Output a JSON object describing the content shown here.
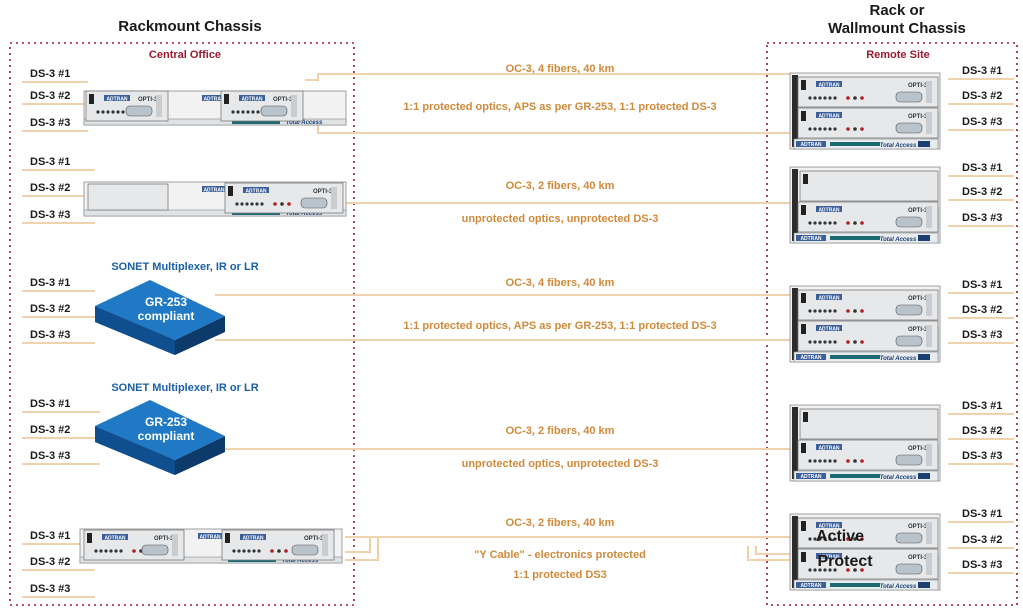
{
  "headers": {
    "left": "Rackmount Chassis",
    "right_line1": "Rack or",
    "right_line2": "Wallmount Chassis"
  },
  "sites": {
    "left": "Central Office",
    "right": "Remote Site"
  },
  "ports": [
    "DS-3 #1",
    "DS-3 #2",
    "DS-3 #3"
  ],
  "sonet_label": "SONET Multiplexer, IR or LR",
  "mux_label": [
    "GR-253",
    "compliant"
  ],
  "device_text": {
    "brand": "ADTRAN",
    "model": "OPTI-3",
    "series": "Total Access"
  },
  "rows": [
    {
      "link": "OC-3, 4 fibers, 40 km",
      "protection": [
        "1:1 protected optics, APS as per GR-253, 1:1 protected DS-3"
      ]
    },
    {
      "link": "OC-3, 2 fibers, 40 km",
      "protection": [
        "unprotected optics, unprotected DS-3"
      ]
    },
    {
      "link": "OC-3, 4 fibers, 40 km",
      "protection": [
        "1:1 protected optics, APS as per GR-253, 1:1 protected DS-3"
      ]
    },
    {
      "link": "OC-3, 2 fibers, 40 km",
      "protection": [
        "unprotected optics, unprotected DS-3"
      ]
    },
    {
      "link": "OC-3, 2 fibers, 40 km",
      "protection": [
        "\"Y Cable\" - electronics protected",
        "1:1 protected DS3"
      ]
    }
  ],
  "ycable_cards": [
    "Active",
    "Protect"
  ],
  "colors": {
    "fiber": "#e2a55c",
    "label": "#d08a3a",
    "site": "#9b1b30",
    "sonet": "#1a5fa8",
    "mux_top": "#1f79c4",
    "chassis_border": "#9b1b30"
  }
}
